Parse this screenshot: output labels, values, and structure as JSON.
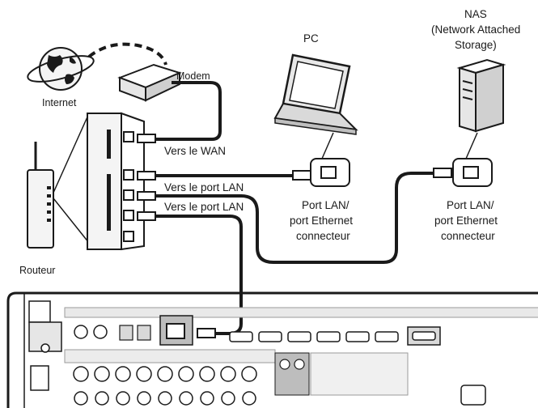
{
  "labels": {
    "internet": "Internet",
    "modem": "Modem",
    "router": "Routeur",
    "pc": "PC",
    "nas_line1": "NAS",
    "nas_line2": "(Network Attached",
    "nas_line3": "Storage)",
    "to_wan": "Vers le WAN",
    "to_lan_1": "Vers le port LAN",
    "to_lan_2": "Vers le port LAN",
    "pc_port_line1": "Port LAN/",
    "pc_port_line2": "port Ethernet",
    "pc_port_line3": "connecteur",
    "nas_port_line1": "Port LAN/",
    "nas_port_line2": "port Ethernet",
    "nas_port_line3": "connecteur"
  },
  "colors": {
    "line": "#1a1a1a",
    "device_fill": "#f2f2f2",
    "receiver_highlight": "#bdbdbd"
  }
}
